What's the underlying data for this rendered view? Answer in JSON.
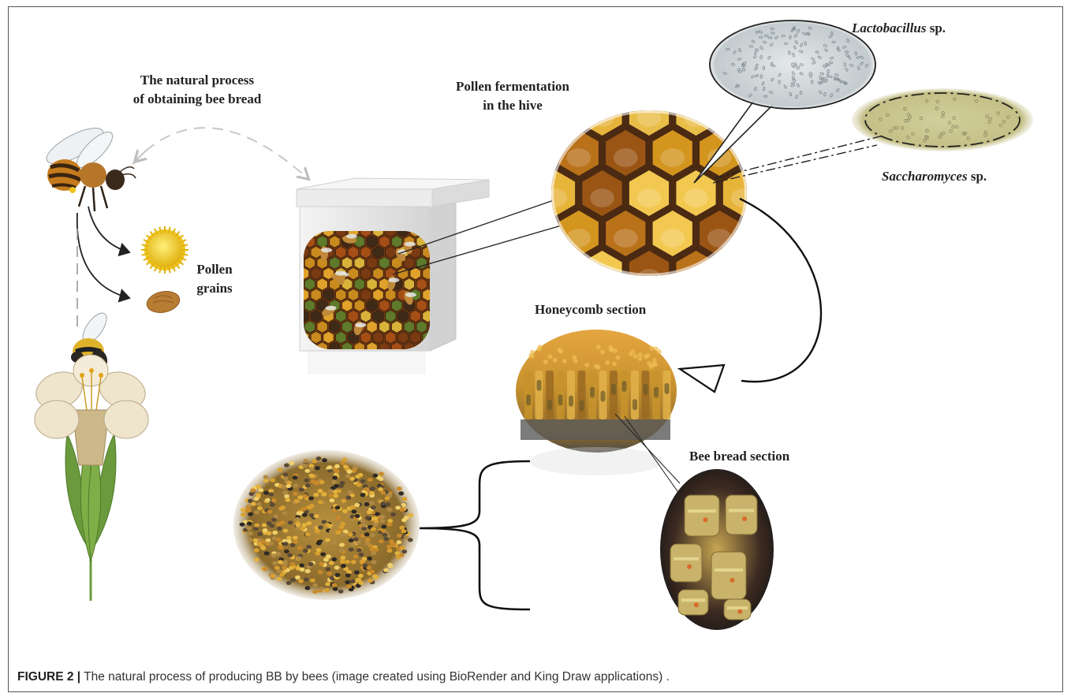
{
  "labels": {
    "process_title_line1": "The natural process",
    "process_title_line2": "of obtaining bee bread",
    "fermentation_line1": "Pollen fermentation",
    "fermentation_line2": "in the hive",
    "lactobacillus_genus": "Lactobacillus",
    "lactobacillus_suffix": " sp.",
    "saccharomyces_genus": "Saccharomyces",
    "saccharomyces_suffix": " sp.",
    "pollen_line1": "Pollen",
    "pollen_line2": "grains",
    "honeycomb_section": "Honeycomb section",
    "bee_bread_section": "Bee bread section"
  },
  "caption": {
    "figure_label": "FIGURE 2 |",
    "text": " The natural process of producing BB by bees (image created using BioRender and King Draw applications) ."
  },
  "colors": {
    "honey": "#c98a1e",
    "honey_dark": "#6b3d12",
    "pollen_yellow": "#e8c21c",
    "leaf_green": "#6a9a3c",
    "petal": "#efe4cc",
    "yeast_bg": "#c9c590",
    "lacto_bg": "#cfd6d8"
  },
  "icons": [
    "honeybee-icon",
    "bumblebee-icon",
    "flower-icon",
    "pollen-spiky-icon",
    "pollen-oval-icon",
    "beehive-icon"
  ]
}
